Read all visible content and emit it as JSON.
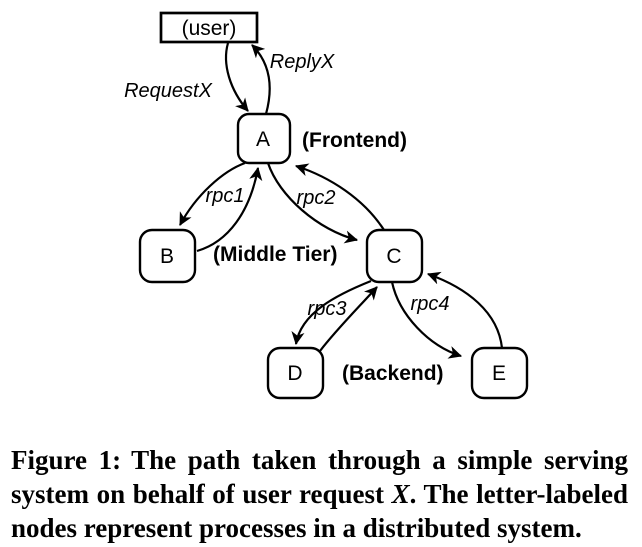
{
  "colors": {
    "ink": "#000000",
    "background": "#ffffff"
  },
  "diagram": {
    "nodes": {
      "user": {
        "label": "(user)"
      },
      "a": {
        "label": "A"
      },
      "b": {
        "label": "B"
      },
      "c": {
        "label": "C"
      },
      "d": {
        "label": "D"
      },
      "e": {
        "label": "E"
      }
    },
    "tier_labels": {
      "frontend": "(Frontend)",
      "middle_tier": "(Middle Tier)",
      "backend": "(Backend)"
    },
    "edge_labels": {
      "request": "RequestX",
      "reply": "ReplyX",
      "rpc1": "rpc1",
      "rpc2": "rpc2",
      "rpc3": "rpc3",
      "rpc4": "rpc4"
    }
  },
  "caption": {
    "figure_label": "Figure 1:",
    "body_before_x": "The path taken through a simple serving system on behalf of user request ",
    "italic_x": "X",
    "body_after_x": ". The letter-labeled nodes represent processes in a distributed system."
  }
}
